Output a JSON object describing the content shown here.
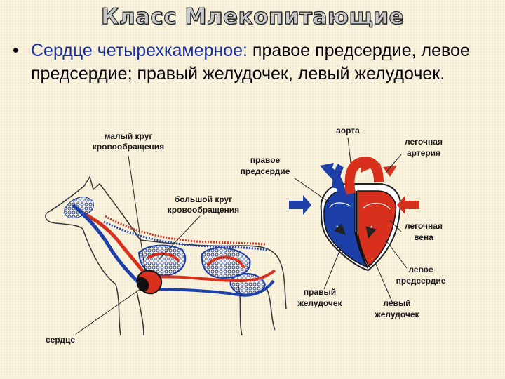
{
  "title": "Класс Млекопитающие",
  "bullet": {
    "marker": "•",
    "highlight": "Сердце четырехкамерное:",
    "text": " правое  предсердие, левое предсердие; правый  желудочек, левый желудочек."
  },
  "animal_labels": {
    "small_circle_1": "малый круг",
    "small_circle_2": "кровообращения",
    "big_circle_1": "большой круг",
    "big_circle_2": "кровообращения",
    "heart": "сердце"
  },
  "heart_labels": {
    "aorta": "аорта",
    "pulm_artery_1": "легочная",
    "pulm_artery_2": "артерия",
    "right_atrium_1": "правое",
    "right_atrium_2": "предсердие",
    "pulm_vein_1": "легочная",
    "pulm_vein_2": "вена",
    "left_atrium_1": "левое",
    "left_atrium_2": "предсердие",
    "right_ventricle_1": "правый",
    "right_ventricle_2": "желудочек",
    "left_ventricle_1": "левый",
    "left_ventricle_2": "желудочек"
  },
  "colors": {
    "arterial": "#d8301c",
    "venous": "#1c3fa8",
    "outline": "#333333"
  }
}
